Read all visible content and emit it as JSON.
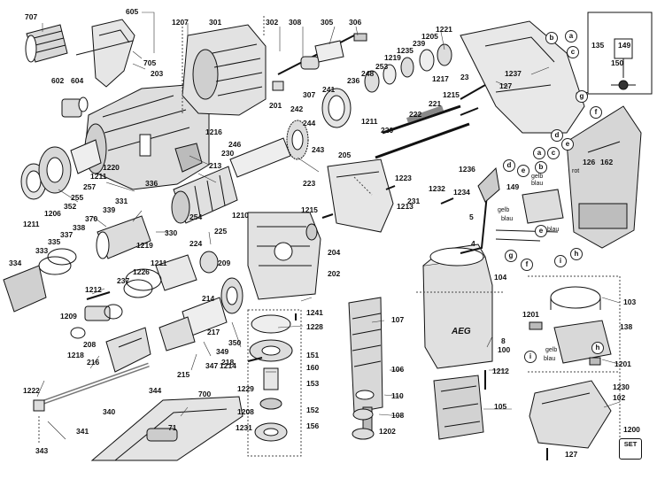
{
  "callouts": {
    "c707": "707",
    "c605": "605",
    "c705": "705",
    "c203": "203",
    "c1207": "1207",
    "c301": "301",
    "c302": "302",
    "c308": "308",
    "c305": "305",
    "c306": "306",
    "c1221": "1221",
    "c1205": "1205",
    "c239": "239",
    "c1235": "1235",
    "c1219": "1219",
    "c253": "253",
    "c248": "248",
    "c236": "236",
    "c1237": "1237",
    "c127a": "127",
    "c23": "23",
    "c1217": "1217",
    "c1215a": "1215",
    "c241": "241",
    "c307": "307",
    "c201": "201",
    "c242": "242",
    "c221": "221",
    "c222": "222",
    "c1211a": "1211",
    "c135a": "135",
    "c149a": "149",
    "c150": "150",
    "c135b": "135",
    "c602": "602",
    "c604": "604",
    "c1216": "1216",
    "c213": "213",
    "c246": "246",
    "c230": "230",
    "c244": "244",
    "c243": "243",
    "c220": "220",
    "c1236": "1236",
    "c205": "205",
    "c126": "126",
    "c162": "162",
    "c1220": "1220",
    "c1211b": "1211",
    "c257": "257",
    "c255": "255",
    "c352": "352",
    "c1206": "1206",
    "c1211c": "1211",
    "c336": "336",
    "c331": "331",
    "c339": "339",
    "c370": "370",
    "c338": "338",
    "c337": "337",
    "c335": "335",
    "c333": "333",
    "c334": "334",
    "c254": "254",
    "c330": "330",
    "c1219b": "1219",
    "c1210": "1210",
    "c225": "225",
    "c224": "224",
    "c209": "209",
    "c1211d": "1211",
    "c1226": "1226",
    "c204": "204",
    "c202": "202",
    "c223": "223",
    "c1223": "1223",
    "c1213": "1213",
    "c231": "231",
    "c1232": "1232",
    "c1234": "1234",
    "c1215b": "1215",
    "c149b": "149",
    "c5": "5",
    "c4": "4",
    "c104": "104",
    "c103": "103",
    "c1201a": "1201",
    "c138": "138",
    "c1201b": "1201",
    "c1212a": "1212",
    "c237": "237",
    "c1209": "1209",
    "c208": "208",
    "c1218": "1218",
    "c216": "216",
    "c214": "214",
    "c217": "217",
    "c218": "218",
    "c215": "215",
    "c347": "347",
    "c349": "349",
    "c350": "350",
    "c344": "344",
    "c1222": "1222",
    "c340": "340",
    "c341": "341",
    "c343": "343",
    "c700": "700",
    "c71": "71",
    "c1241": "1241",
    "c1228": "1228",
    "c151": "151",
    "c1214": "1214",
    "c160": "160",
    "c153": "153",
    "c1229": "1229",
    "c1208": "1208",
    "c152": "152",
    "c1231": "1231",
    "c156": "156",
    "c107": "107",
    "c106": "106",
    "c110": "110",
    "c108": "108",
    "c1202": "1202",
    "c8": "8",
    "c100": "100",
    "c1212b": "1212",
    "c105": "105",
    "c1230": "1230",
    "c102": "102",
    "c1200": "1200",
    "c127b": "127"
  },
  "letters": {
    "b1": "b",
    "a1": "a",
    "c1": "c",
    "e1": "e",
    "g1": "g",
    "f1": "f",
    "d1": "d",
    "e2": "e",
    "b2": "b",
    "c2": "c",
    "a2": "a",
    "d2": "d",
    "e3": "e",
    "g2": "g",
    "f2": "f",
    "i1": "i",
    "h1": "h",
    "h2": "h",
    "i2": "i"
  },
  "wires": {
    "gelb1": "gelb",
    "blau1": "blau",
    "rot": "rot",
    "gelb2": "gelb",
    "blau2": "blau",
    "blau3": "blau",
    "gelb3": "gelb",
    "blau4": "blau"
  },
  "brand": "AEG",
  "set_label": "SET",
  "colors": {
    "ink": "#111111",
    "paper": "#ffffff",
    "shade": "#c8c8c8",
    "mid": "#8a8a8a"
  }
}
